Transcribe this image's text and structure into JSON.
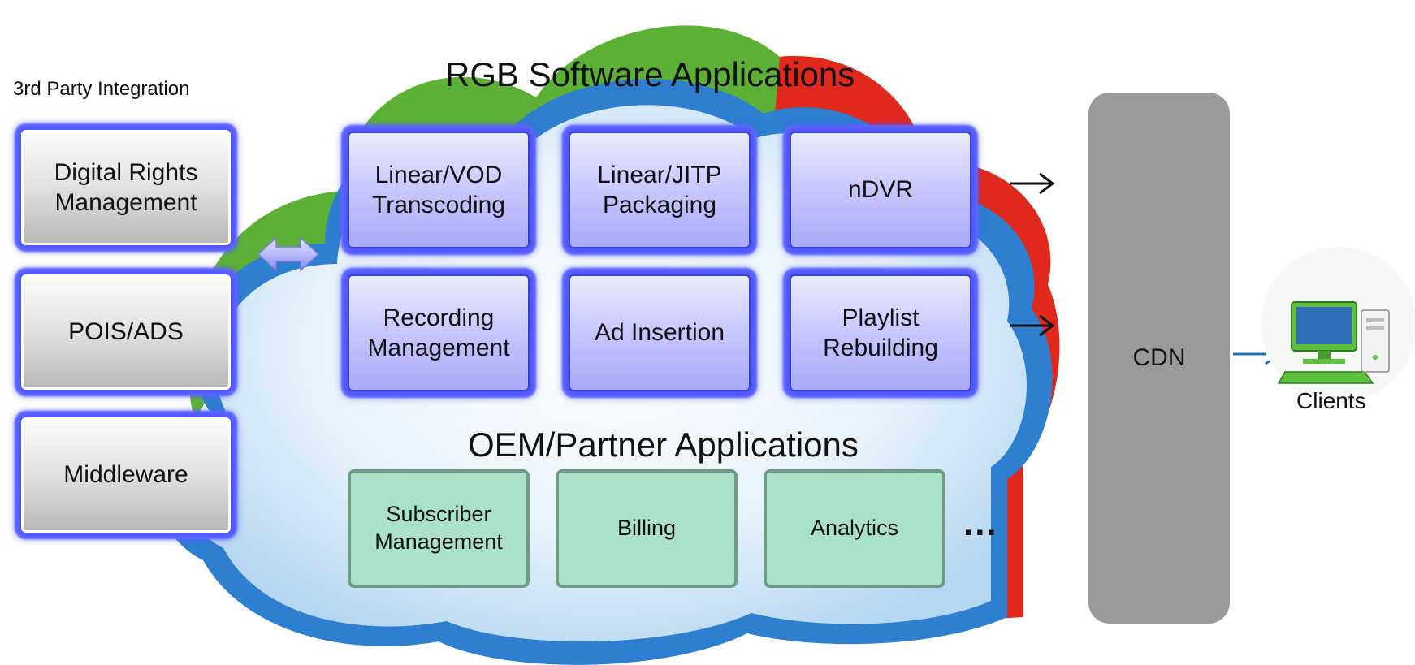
{
  "third_party": {
    "heading": "3rd Party Integration",
    "boxes": [
      {
        "line1": "Digital Rights",
        "line2": "Management"
      },
      {
        "line1": "POIS/ADS",
        "line2": ""
      },
      {
        "line1": "Middleware",
        "line2": ""
      }
    ]
  },
  "rgb": {
    "heading": "RGB Software Applications",
    "boxes": [
      {
        "line1": "Linear/VOD",
        "line2": "Transcoding"
      },
      {
        "line1": "Linear/JITP",
        "line2": "Packaging"
      },
      {
        "line1": "nDVR",
        "line2": ""
      },
      {
        "line1": "Recording",
        "line2": "Management"
      },
      {
        "line1": "Ad Insertion",
        "line2": ""
      },
      {
        "line1": "Playlist",
        "line2": "Rebuilding"
      }
    ]
  },
  "oem": {
    "heading": "OEM/Partner Applications",
    "boxes": [
      {
        "line1": "Subscriber",
        "line2": "Management"
      },
      {
        "line1": "Billing",
        "line2": ""
      },
      {
        "line1": "Analytics",
        "line2": ""
      }
    ],
    "more": "..."
  },
  "cdn": {
    "label": "CDN"
  },
  "clients": {
    "label": "Clients"
  },
  "colors": {
    "cloud_green": "#5cb035",
    "cloud_red": "#e0281d",
    "cloud_blue": "#2e7fd0",
    "box_glow": "#4a52ff",
    "oem_fill": "#a9e2c9",
    "cdn_fill": "#9a9a9a",
    "arrow_blue": "#1f72c0"
  }
}
